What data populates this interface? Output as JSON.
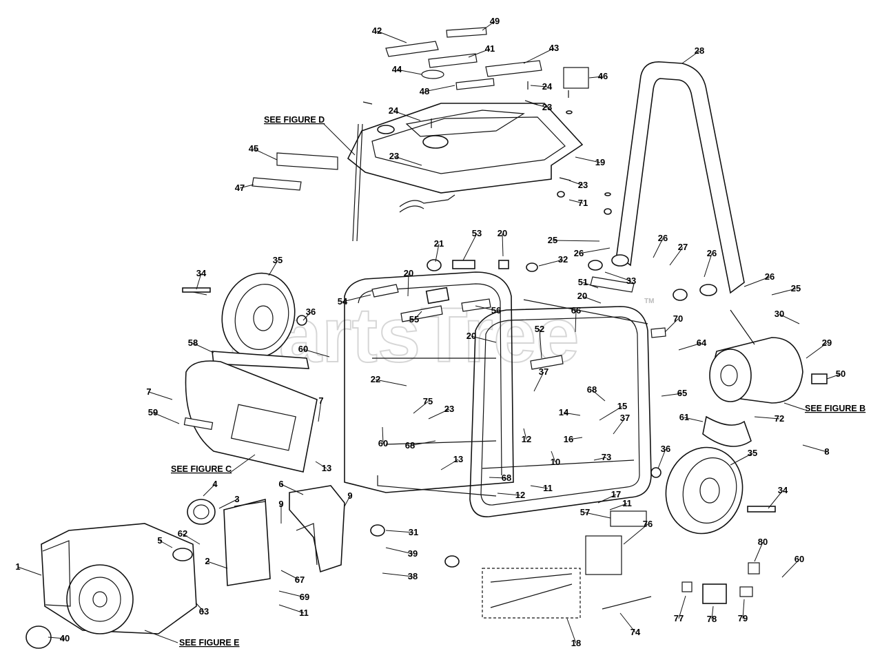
{
  "watermark": {
    "text": "PartsTree",
    "trademark": "TM"
  },
  "figure_refs": {
    "d": "SEE FIGURE D",
    "c": "SEE FIGURE C",
    "b": "SEE FIGURE B",
    "e": "SEE FIGURE E"
  },
  "callouts": [
    "42",
    "49",
    "41",
    "43",
    "44",
    "48",
    "46",
    "28",
    "24",
    "23",
    "24",
    "23",
    "19",
    "45",
    "47",
    "23",
    "71",
    "53",
    "20",
    "21",
    "25",
    "26",
    "26",
    "27",
    "26",
    "26",
    "25",
    "34",
    "35",
    "20",
    "54",
    "32",
    "33",
    "51",
    "20",
    "55",
    "56",
    "66",
    "70",
    "36",
    "20",
    "30",
    "29",
    "64",
    "60",
    "58",
    "52",
    "50",
    "22",
    "37",
    "68",
    "65",
    "7",
    "75",
    "23",
    "15",
    "14",
    "37",
    "7",
    "59",
    "61",
    "72",
    "60",
    "68",
    "16",
    "13",
    "12",
    "73",
    "10",
    "8",
    "13",
    "36",
    "35",
    "68",
    "12",
    "11",
    "34",
    "4",
    "6",
    "9",
    "3",
    "17",
    "9",
    "11",
    "5",
    "62",
    "57",
    "2",
    "31",
    "76",
    "1",
    "39",
    "80",
    "60",
    "67",
    "38",
    "63",
    "69",
    "11",
    "77",
    "78",
    "79",
    "74",
    "40",
    "18"
  ],
  "colors": {
    "ink": "#111111",
    "paper": "#ffffff",
    "watermark": "#c9c9c9"
  }
}
